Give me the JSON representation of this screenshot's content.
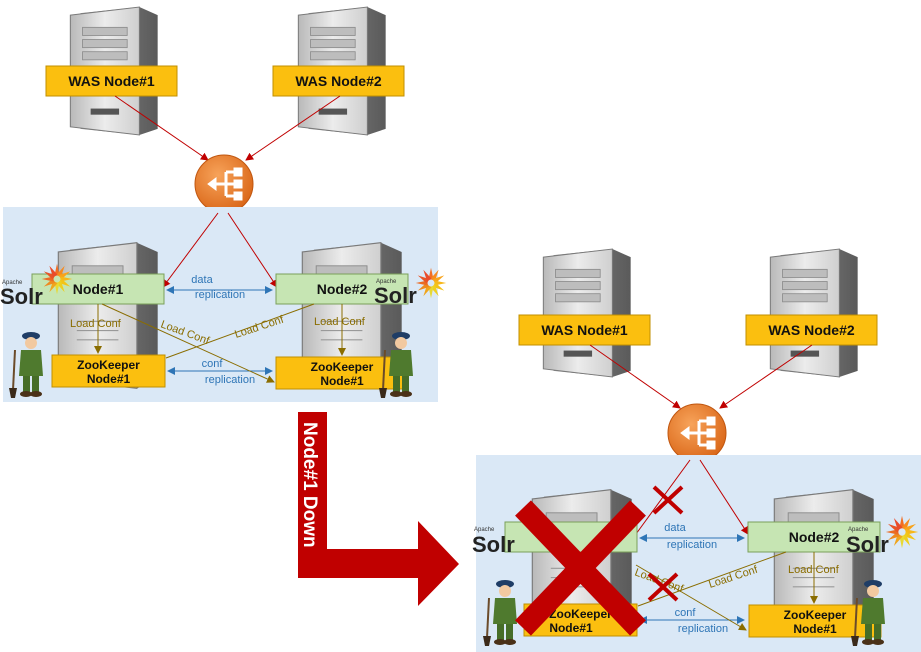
{
  "colors": {
    "was_box": "#fbbf0f",
    "zk_box": "#fbbf0f",
    "solr_box": "#c6e5b3",
    "cluster_bg": "#dae8f6",
    "lb": "#e87f2b",
    "red_line": "#c00000",
    "blue_line": "#2e75b6",
    "load_line": "#8a6d00",
    "big_arrow": "#c00000"
  },
  "before": {
    "was1": "WAS Node#1",
    "was2": "WAS Node#2",
    "solr1": "Node#1",
    "solr2": "Node#2",
    "zk1_line1": "ZooKeeper",
    "zk1_line2": "Node#1",
    "zk2_line1": "ZooKeeper",
    "zk2_line2": "Node#1",
    "data_rep_line1": "data",
    "data_rep_line2": "replication",
    "conf_rep_line1": "conf",
    "conf_rep_line2": "replication",
    "load_conf": "Load Conf"
  },
  "after": {
    "was1": "WAS Node#1",
    "was2": "WAS Node#2",
    "solr2": "Node#2",
    "zk1_line1": "ZooKeeper",
    "zk1_line2": "Node#1",
    "zk2_line1": "ZooKeeper",
    "zk2_line2": "Node#1",
    "data_rep_line1": "data",
    "data_rep_line2": "replication",
    "conf_rep_line1": "conf",
    "conf_rep_line2": "replication",
    "load_conf": "Load Conf"
  },
  "transition": {
    "label": "Node#1  Down"
  },
  "solr_logo": {
    "small": "Apache",
    "big": "Solr"
  }
}
